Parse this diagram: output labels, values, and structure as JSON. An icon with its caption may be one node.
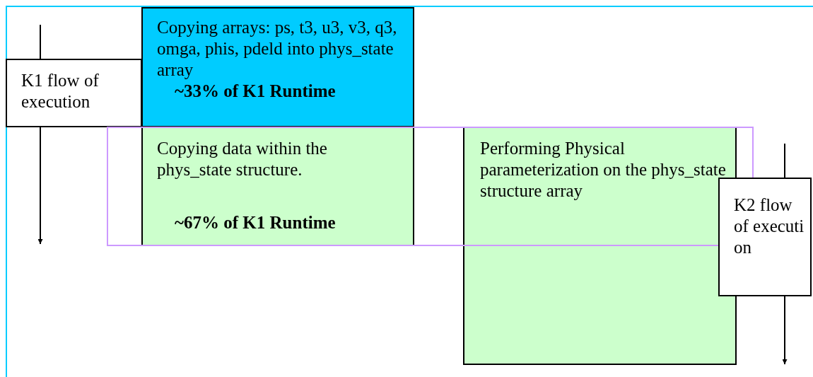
{
  "diagram": {
    "nodes": [
      {
        "text": [
          "K1 flow of execution"
        ]
      },
      {
        "text": [
          "Copying arrays: ps, t3, u3, v3, q3, omga, phis, pdeld into phys_state array",
          "~33% of K1 Runtime"
        ]
      },
      {
        "text": [
          "Copying data within the phys_state structure.",
          "~67% of K1 Runtime"
        ]
      },
      {
        "text": [
          "Performing Physical parameterization on the phys_state structure array"
        ]
      },
      {
        "text": [
          "K2 flow of execution"
        ]
      }
    ],
    "edges": [
      {
        "from": null,
        "to": 0,
        "arrow": "none"
      },
      {
        "from": 0,
        "to": null,
        "arrow": "to"
      },
      {
        "from": null,
        "to": 4,
        "arrow": "none"
      },
      {
        "from": 4,
        "to": null,
        "arrow": "to"
      }
    ]
  }
}
